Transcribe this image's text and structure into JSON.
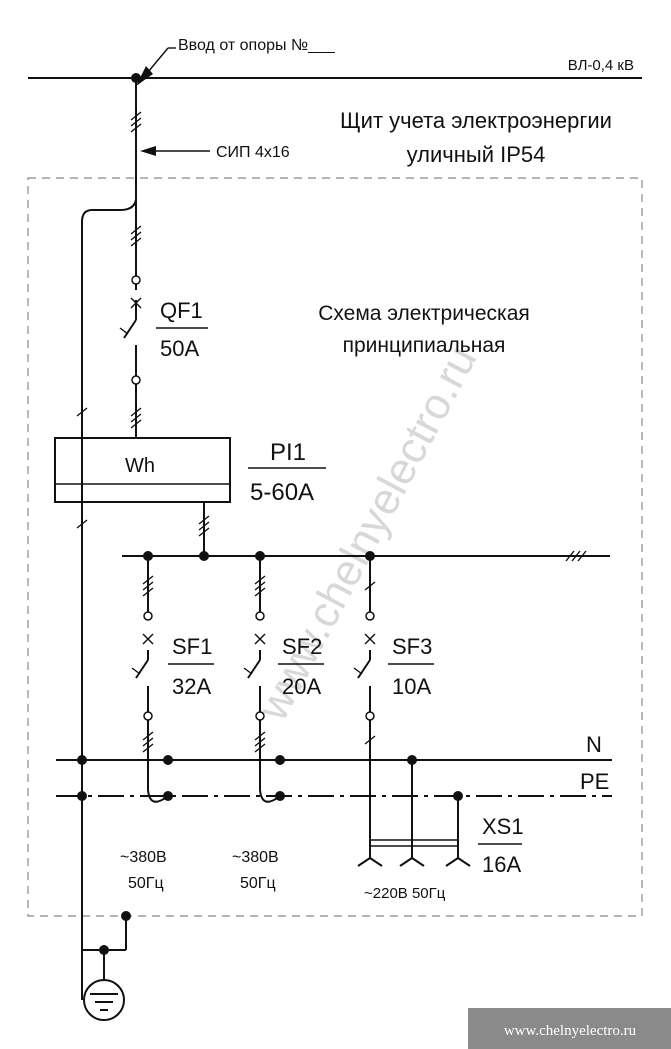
{
  "labels": {
    "input_from_pole": "Ввод от опоры №___",
    "line": "ВЛ-0,4 кВ",
    "cable": "СИП 4х16",
    "cabinet_title_1": "Щит учета электроэнергии",
    "cabinet_title_2": "уличный IP54",
    "diagram_title_1": "Схема электрическая",
    "diagram_title_2": "принципиальная",
    "qf1_name": "QF1",
    "qf1_rating": "50А",
    "meter_symbol": "Wh",
    "pi1_name": "PI1",
    "pi1_rating": "5-60А",
    "sf1_name": "SF1",
    "sf1_rating": "32А",
    "sf2_name": "SF2",
    "sf2_rating": "20А",
    "sf3_name": "SF3",
    "sf3_rating": "10А",
    "bus_n": "N",
    "bus_pe": "PE",
    "xs1_name": "XS1",
    "xs1_rating": "16А",
    "out1_voltage": "~380В",
    "out1_freq": "50Гц",
    "out2_voltage": "~380В",
    "out2_freq": "50Гц",
    "out3": "~220В 50Гц",
    "watermark": "www.chelnyelectro.ru",
    "footer_url": "www.chelnyelectro.ru"
  }
}
